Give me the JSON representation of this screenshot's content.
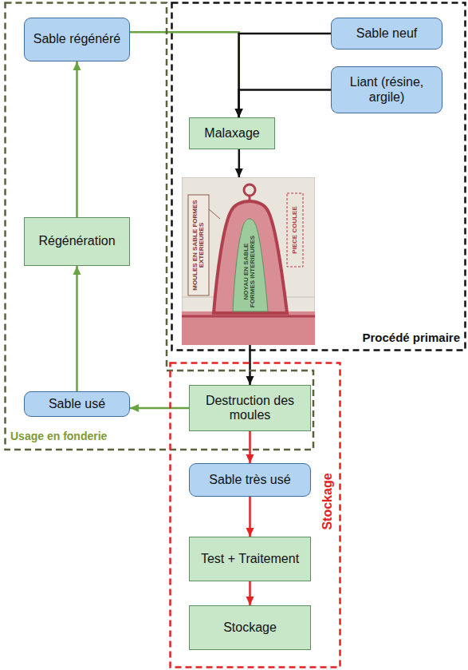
{
  "diagram": {
    "nodes": [
      {
        "text": [
          "Procédé primaire"
        ]
      },
      {
        "text": [
          "Sable neuf"
        ],
        "in": 0
      },
      {
        "text": [
          "Liant (résine, argile)"
        ],
        "in": 0
      },
      {
        "text": [
          "Malaxage"
        ],
        "in": 0
      },
      {
        "text": [
          "MOULES EN SABLE FORMES EXTERIEURES",
          "NOYAU EN SABLE FORMES INTERIEURES",
          "PIECE COULEE"
        ],
        "in": 0
      },
      {
        "text": [
          "Usage en fonderie"
        ]
      },
      {
        "text": [
          "Sable régénéré"
        ],
        "in": 5
      },
      {
        "text": [
          "Régénération"
        ],
        "in": 5
      },
      {
        "text": [
          "Sable usé"
        ],
        "in": 5
      },
      {
        "text": [
          "Stockage"
        ]
      },
      {
        "text": [
          "Destruction des moules"
        ],
        "in": 9
      },
      {
        "text": [
          "Sable très usé"
        ],
        "in": 9
      },
      {
        "text": [
          "Test + Traitement"
        ],
        "in": 9
      },
      {
        "text": [
          "Stockage"
        ],
        "in": 9
      }
    ],
    "edges": [
      {
        "from": 6,
        "to": 3,
        "arrow": "to"
      },
      {
        "from": 1,
        "to": 3,
        "arrow": "to"
      },
      {
        "from": 2,
        "to": 3,
        "arrow": "to"
      },
      {
        "from": 3,
        "to": 4,
        "arrow": "to"
      },
      {
        "from": 4,
        "to": 10,
        "arrow": "to"
      },
      {
        "from": 10,
        "to": 8,
        "arrow": "to"
      },
      {
        "from": 8,
        "to": 7,
        "arrow": "to"
      },
      {
        "from": 7,
        "to": 6,
        "arrow": "to"
      },
      {
        "from": 10,
        "to": 11,
        "arrow": "to"
      },
      {
        "from": 11,
        "to": 12,
        "arrow": "to"
      },
      {
        "from": 12,
        "to": 13,
        "arrow": "to"
      }
    ]
  }
}
